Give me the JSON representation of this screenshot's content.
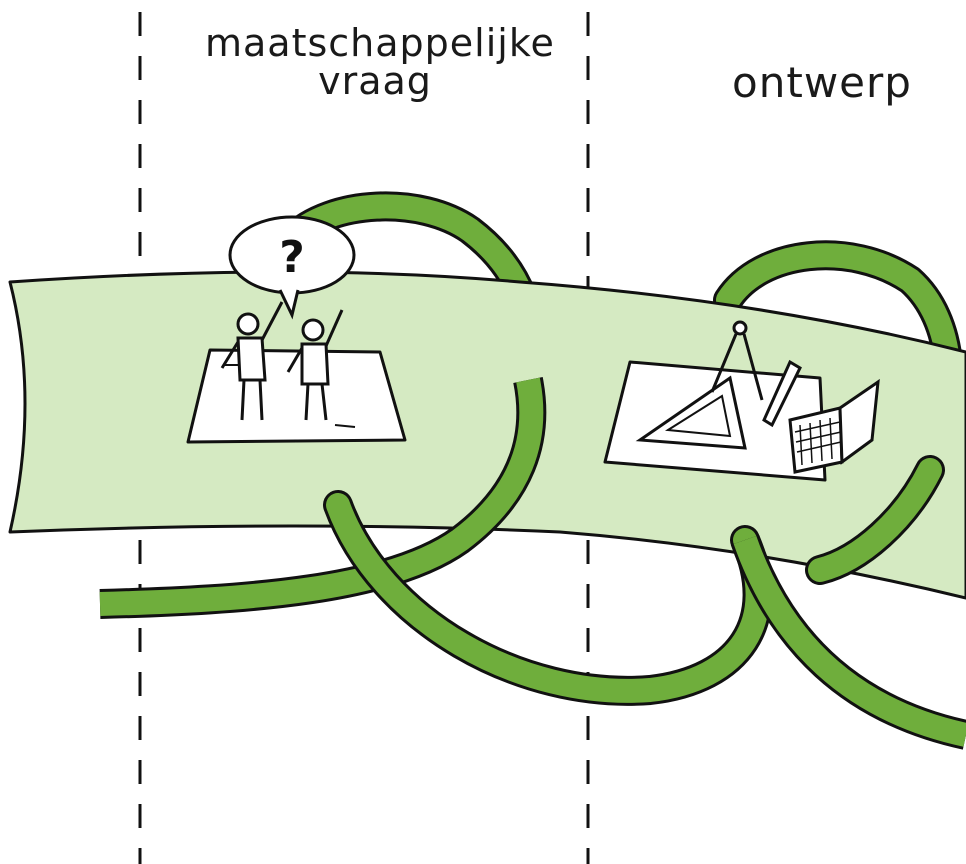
{
  "stages": [
    {
      "lines": [
        "maatschappelijke",
        "vraag"
      ]
    },
    {
      "lines": [
        "ontwerp"
      ]
    }
  ],
  "speech_bubble": {
    "text": "?"
  },
  "colors": {
    "band_fill": "#d5eac2",
    "ribbon_green": "#6fae3c",
    "ribbon_dark": "#4c8a22",
    "ink": "#111111",
    "paper": "#ffffff"
  },
  "icons": [
    "people-on-map-icon",
    "drawing-tools-laptop-icon"
  ]
}
